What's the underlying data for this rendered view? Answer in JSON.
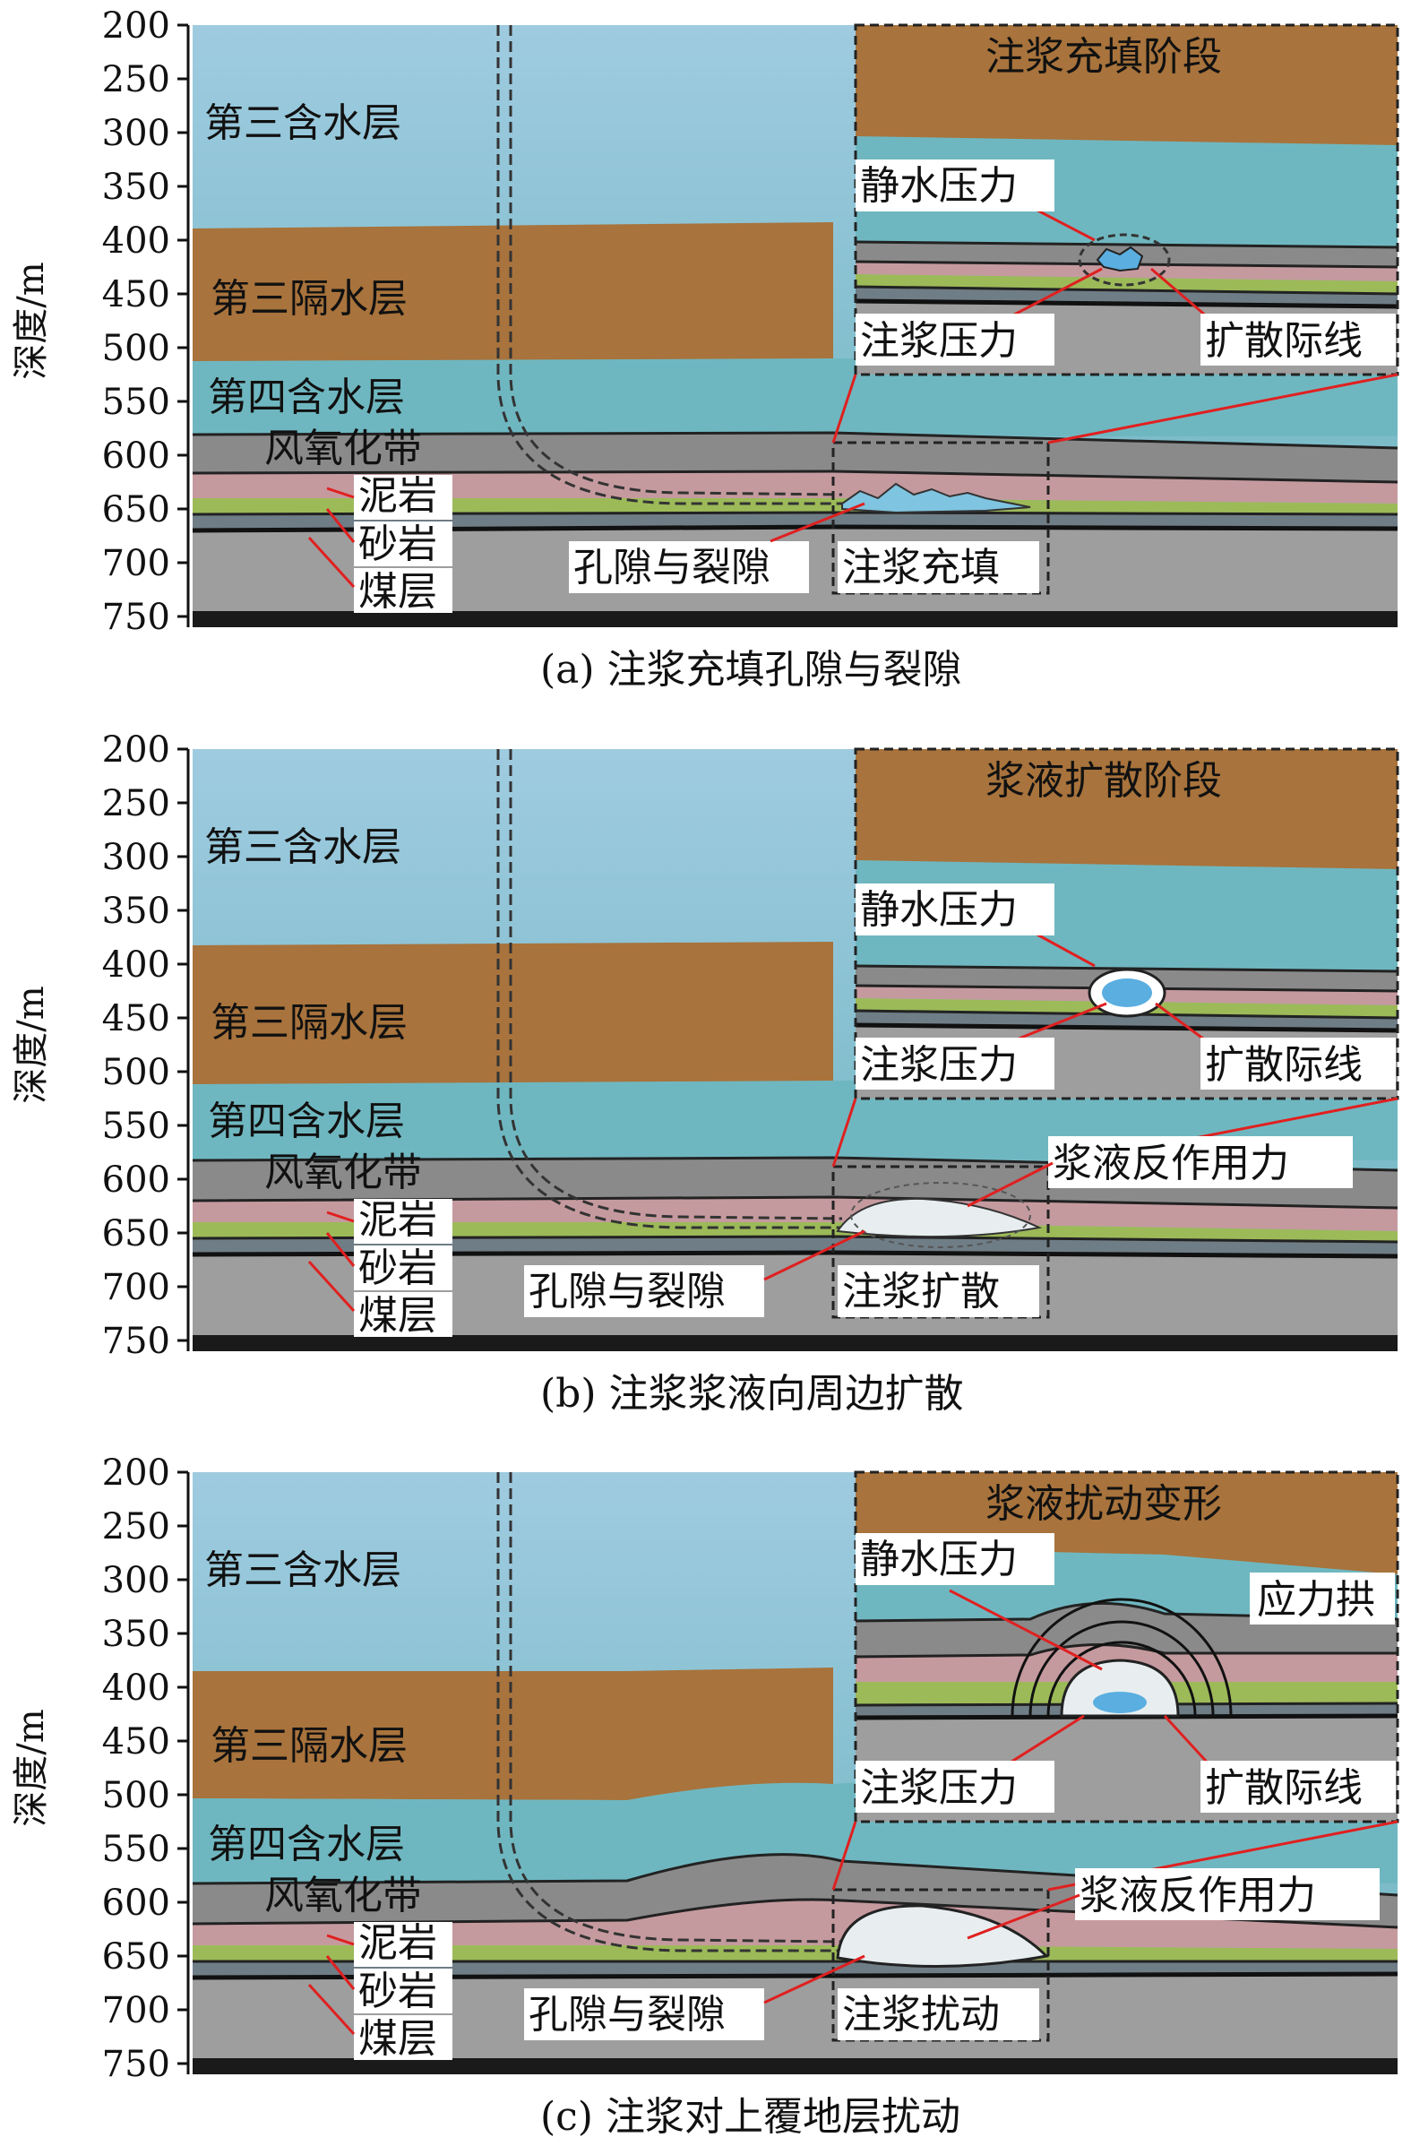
{
  "y_axis": {
    "label": "深度/m",
    "ticks": [
      "200",
      "250",
      "300",
      "350",
      "400",
      "450",
      "500",
      "550",
      "600",
      "650",
      "700",
      "750"
    ]
  },
  "layers": {
    "aquifer3": "第三含水层",
    "aquitard3": "第三隔水层",
    "aquifer4": "第四含水层",
    "weathered": "风氧化带",
    "mudstone": "泥岩",
    "sandstone": "砂岩",
    "coal": "煤层"
  },
  "callouts": {
    "hydrostatic": "静水压力",
    "grout_pressure": "注浆压力",
    "diffusion_front": "扩散际线",
    "pores": "孔隙与裂隙",
    "reaction": "浆液反作用力",
    "stress_arch": "应力拱"
  },
  "panels": [
    {
      "caption": "(a) 注浆充填孔隙与裂隙",
      "stage": "注浆充填阶段",
      "zone": "注浆充填"
    },
    {
      "caption": "(b) 注浆浆液向周边扩散",
      "stage": "浆液扩散阶段",
      "zone": "注浆扩散"
    },
    {
      "caption": "(c) 注浆对上覆地层扰动",
      "stage": "浆液扰动变形",
      "zone": "注浆扰动"
    }
  ],
  "colors": {
    "aquifer_top": "#9cc8dc",
    "aquifer": "#6fb7c0",
    "aquitard": "#a8733c",
    "weathered": "#8a8a8a",
    "mudstone": "#c59a9f",
    "sandstone": "#9cba58",
    "gray_band": "#6f7d86",
    "basement": "#9e9e9e",
    "coal": "#1a1a1a",
    "leader": "#e02020",
    "grout": "#5aaee0"
  }
}
